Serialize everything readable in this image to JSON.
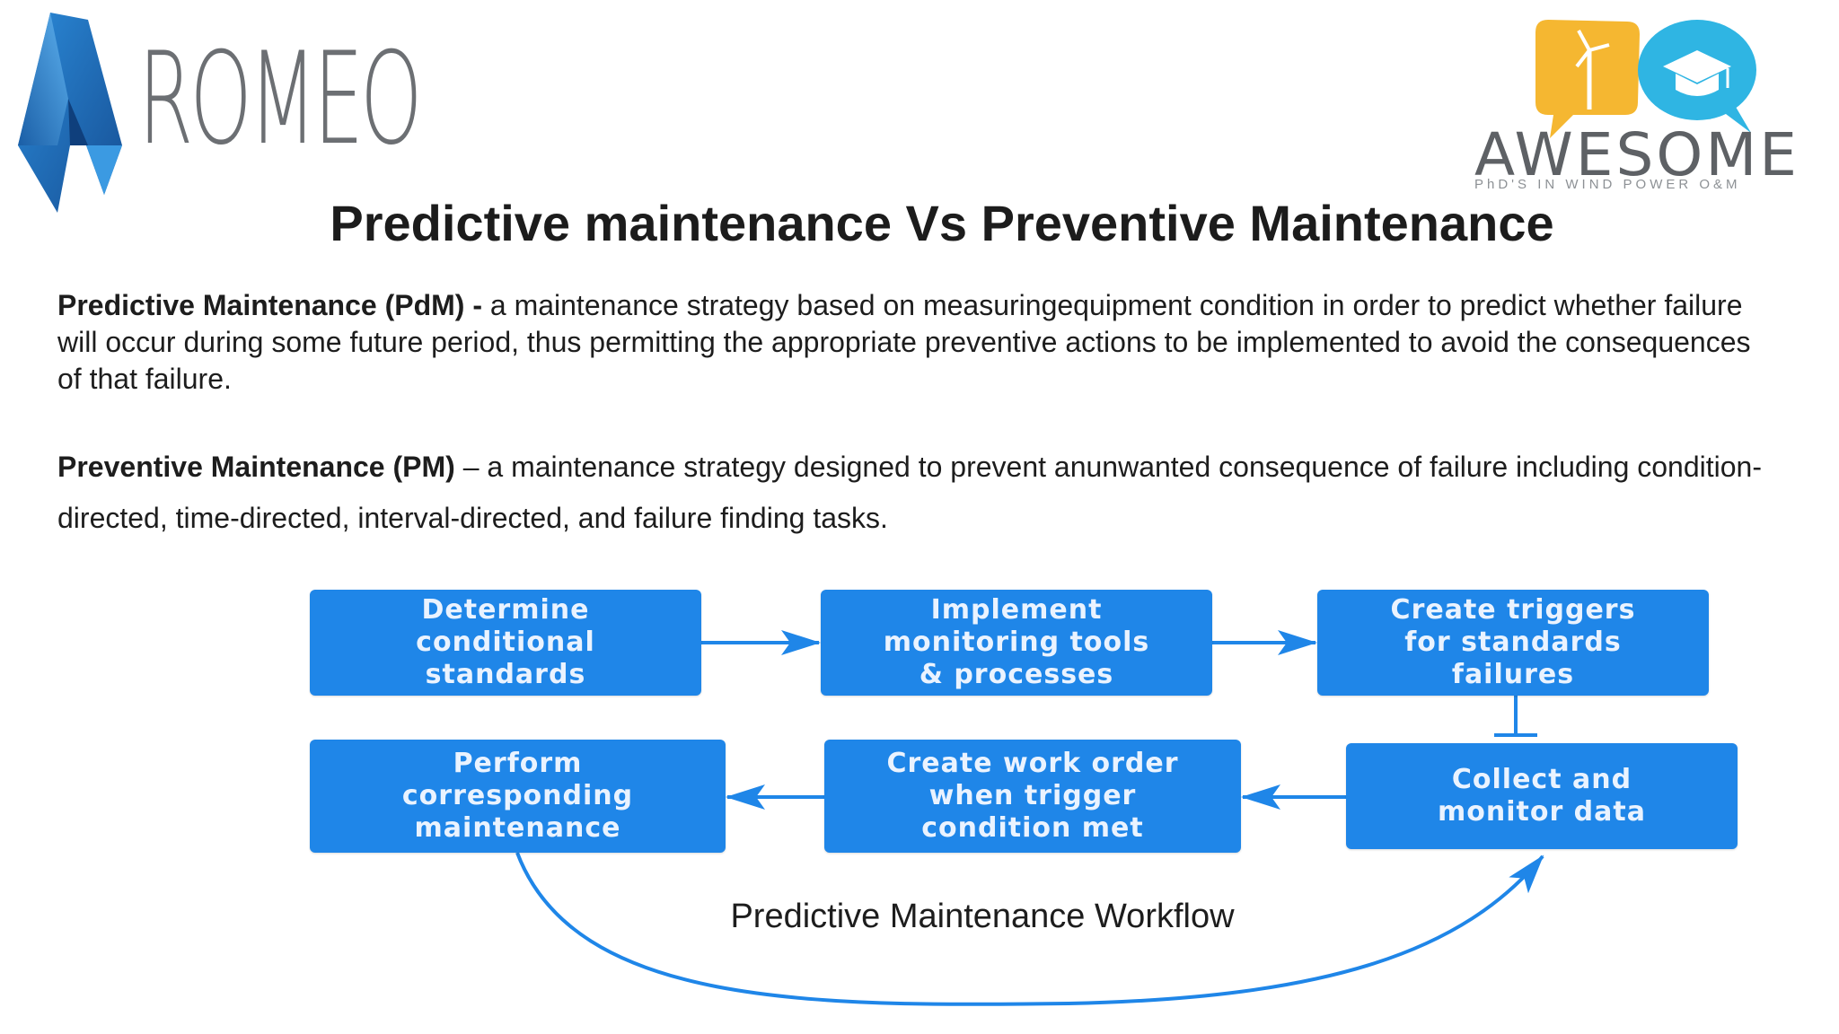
{
  "logos": {
    "left": {
      "text": "ROMEO",
      "icon": "romeo-logo-icon",
      "color": "#1e6fb8"
    },
    "right": {
      "text": "AWESOME",
      "subtitle": "PhD'S IN WIND POWER O&M",
      "icon": "wind-turbine-graduation-cap-icon",
      "colors": [
        "#f5b731",
        "#2fb5e3"
      ]
    }
  },
  "title": "Predictive maintenance Vs Preventive Maintenance",
  "definitions": [
    {
      "term": "Predictive Maintenance (PdM) -",
      "text": " a maintenance strategy based on measuringequipment condition in order to predict whether failure will occur during some future period, thus permitting the appropriate preventive actions to be implemented to avoid the consequences of that failure."
    },
    {
      "term": "Preventive Maintenance (PM)",
      "text": " – a maintenance strategy designed to prevent anunwanted consequence of failure including condition-directed, time-directed, interval-directed, and failure finding tasks."
    }
  ],
  "workflow": {
    "node_color": "#1f86e8",
    "nodes": [
      {
        "label": "Determine\nconditional\nstandards"
      },
      {
        "label": "Implement\nmonitoring tools\n& processes"
      },
      {
        "label": "Create triggers\nfor standards\nfailures"
      },
      {
        "label": "Perform\ncorresponding\nmaintenance"
      },
      {
        "label": "Create work order\nwhen trigger\ncondition met"
      },
      {
        "label": "Collect and\nmonitor data"
      }
    ],
    "caption": "Predictive Maintenance Workflow"
  }
}
